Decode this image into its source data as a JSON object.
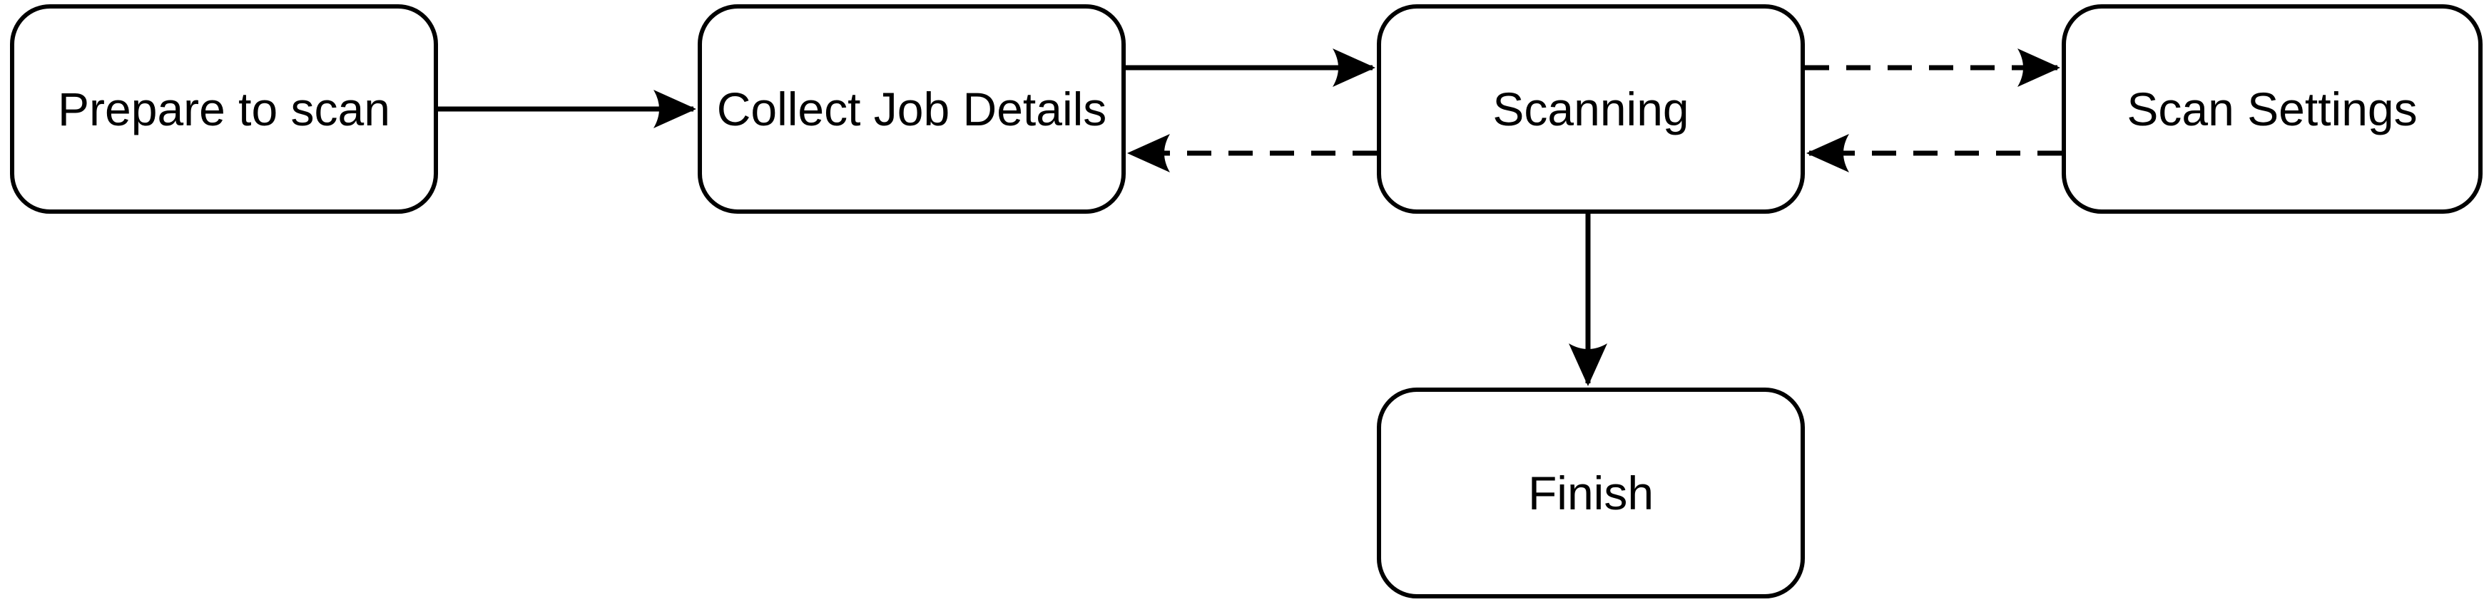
{
  "diagram": {
    "type": "flowchart",
    "background_color": "#ffffff",
    "node_border_color": "#000000",
    "node_fill_color": "#ffffff",
    "text_color": "#000000",
    "nodes": [
      {
        "id": "prepare",
        "label": "Prepare to scan"
      },
      {
        "id": "collect",
        "label": "Collect Job Details"
      },
      {
        "id": "scanning",
        "label": "Scanning"
      },
      {
        "id": "settings",
        "label": "Scan Settings"
      },
      {
        "id": "finish",
        "label": "Finish"
      }
    ],
    "edges": [
      {
        "from": "prepare",
        "to": "collect",
        "style": "solid",
        "direction": "right"
      },
      {
        "from": "collect",
        "to": "scanning",
        "style": "solid",
        "direction": "right"
      },
      {
        "from": "scanning",
        "to": "collect",
        "style": "dashed",
        "direction": "left"
      },
      {
        "from": "scanning",
        "to": "settings",
        "style": "dashed",
        "direction": "right"
      },
      {
        "from": "settings",
        "to": "scanning",
        "style": "dashed",
        "direction": "left"
      },
      {
        "from": "scanning",
        "to": "finish",
        "style": "solid",
        "direction": "down"
      }
    ]
  }
}
